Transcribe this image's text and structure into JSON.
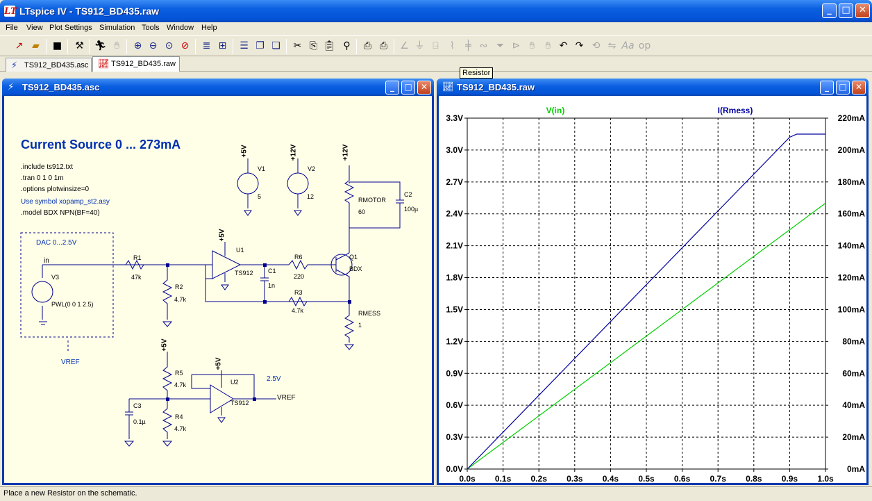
{
  "app": {
    "title": "LTspice IV - TS912_BD435.raw"
  },
  "menu": [
    "File",
    "View",
    "Plot Settings",
    "Simulation",
    "Tools",
    "Window",
    "Help"
  ],
  "toolbar": {
    "icons": [
      "new-schematic-icon",
      "open-icon",
      "save-icon",
      "control-panel-icon",
      "run-icon",
      "halt-icon",
      "zoom-in-icon",
      "zoom-out-icon",
      "zoom-fit-icon",
      "zoom-cancel-icon",
      "autorange-icon",
      "grid-icon",
      "tile-horizontal-icon",
      "cascade-icon",
      "tile-vertical-icon",
      "cut-icon",
      "copy-icon",
      "paste-icon",
      "find-icon",
      "print-setup-icon",
      "print-icon",
      "wire-icon",
      "ground-icon",
      "label-icon",
      "resistor-icon",
      "capacitor-icon",
      "inductor-icon",
      "diode-icon",
      "component-icon",
      "move-icon",
      "drag-icon",
      "undo-icon",
      "redo-icon",
      "rotate-icon",
      "mirror-icon",
      "text-icon",
      "spice-directive-icon"
    ]
  },
  "tabs": [
    {
      "label": "TS912_BD435.asc",
      "active": false
    },
    {
      "label": "TS912_BD435.raw",
      "active": true
    }
  ],
  "tooltip": "Resistor",
  "schematic_window": {
    "title": "TS912_BD435.asc",
    "heading": "Current Source 0 ... 273mA",
    "directives": [
      ".include ts912.txt",
      ".tran 0 1 0 1m",
      ".options plotwinsize=0"
    ],
    "comment": "Use symbol xopamp_st2.asy",
    "model": ".model BDX NPN(BF=40)",
    "labels": {
      "dac": "DAC 0...2.5V",
      "in": "in",
      "vref_bottom": "VREF",
      "vref_out": "VREF",
      "vref_value": "2.5V"
    },
    "components": [
      {
        "ref": "V1",
        "value": "5",
        "supply": "+5V"
      },
      {
        "ref": "V2",
        "value": "12",
        "supply": "+12V"
      },
      {
        "ref": "V3",
        "value": "PWL(0 0 1 2.5)"
      },
      {
        "ref": "R1",
        "value": "47k"
      },
      {
        "ref": "R2",
        "value": "4.7k"
      },
      {
        "ref": "R3",
        "value": "4.7k"
      },
      {
        "ref": "R4",
        "value": "4.7k"
      },
      {
        "ref": "R5",
        "value": "4.7k"
      },
      {
        "ref": "R6",
        "value": "220"
      },
      {
        "ref": "RMOTOR",
        "value": "60"
      },
      {
        "ref": "RMESS",
        "value": "1"
      },
      {
        "ref": "C1",
        "value": "1n"
      },
      {
        "ref": "C2",
        "value": "100µ"
      },
      {
        "ref": "C3",
        "value": "0.1µ"
      },
      {
        "ref": "U1",
        "value": "TS912"
      },
      {
        "ref": "U2",
        "value": "TS912"
      },
      {
        "ref": "Q1",
        "value": "BDX"
      }
    ],
    "supplies": [
      "+5V",
      "+12V",
      "+5V",
      "+5V",
      "+5V"
    ]
  },
  "plot_window": {
    "title": "TS912_BD435.raw"
  },
  "status": "Place a new Resistor on the schematic.",
  "colors": {
    "v_in": "#00d000",
    "i_rmess": "#0000a0",
    "schematic_bg": "#ffffe8",
    "wire": "#0000a0",
    "heading": "#0030b0"
  },
  "chart_data": {
    "type": "line",
    "x_axis": {
      "label": "",
      "ticks": [
        "0.0s",
        "0.1s",
        "0.2s",
        "0.3s",
        "0.4s",
        "0.5s",
        "0.6s",
        "0.7s",
        "0.8s",
        "0.9s",
        "1.0s"
      ],
      "range": [
        0,
        1
      ]
    },
    "y_left": {
      "ticks": [
        "0.0V",
        "0.3V",
        "0.6V",
        "0.9V",
        "1.2V",
        "1.5V",
        "1.8V",
        "2.1V",
        "2.4V",
        "2.7V",
        "3.0V",
        "3.3V"
      ],
      "range": [
        0,
        3.3
      ]
    },
    "y_right": {
      "ticks": [
        "0mA",
        "20mA",
        "40mA",
        "60mA",
        "80mA",
        "100mA",
        "120mA",
        "140mA",
        "160mA",
        "180mA",
        "200mA",
        "220mA"
      ],
      "range": [
        0,
        220
      ]
    },
    "grid": true,
    "series": [
      {
        "name": "V(in)",
        "axis": "left",
        "color": "#00d000",
        "x": [
          0,
          1.0
        ],
        "y": [
          0,
          2.5
        ]
      },
      {
        "name": "I(Rmess)",
        "axis": "right",
        "color": "#0000a0",
        "x": [
          0,
          0.9,
          0.92,
          1.0
        ],
        "y": [
          0,
          208,
          210,
          210
        ]
      }
    ]
  }
}
